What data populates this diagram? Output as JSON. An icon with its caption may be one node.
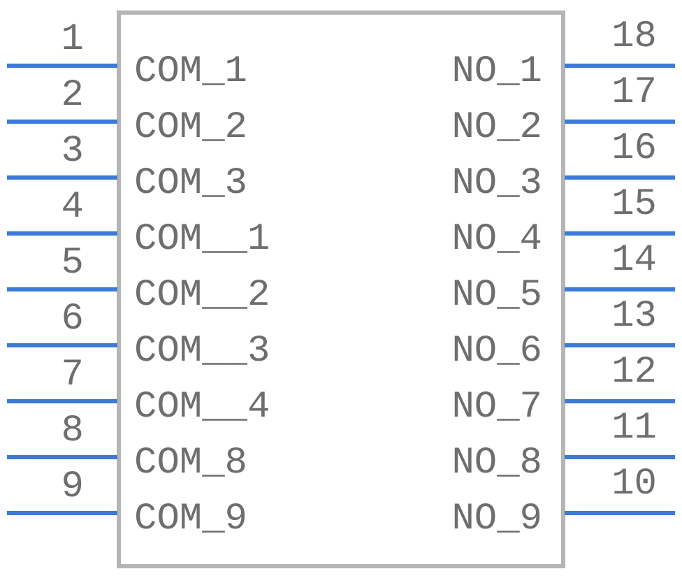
{
  "diagram": {
    "labels": [
      "1",
      "COM_1",
      "NO_1",
      "18",
      "2",
      "COM_2",
      "NO_2",
      "17",
      "3",
      "COM_3",
      "NO_3",
      "16",
      "4",
      "COM__1",
      "NO_4",
      "15",
      "5",
      "COM__2",
      "NO_5",
      "14",
      "6",
      "COM__3",
      "NO_6",
      "13",
      "7",
      "COM__4",
      "NO_7",
      "12",
      "8",
      "COM_8",
      "NO_8",
      "11",
      "9",
      "COM_9",
      "NO_9",
      "10"
    ]
  }
}
